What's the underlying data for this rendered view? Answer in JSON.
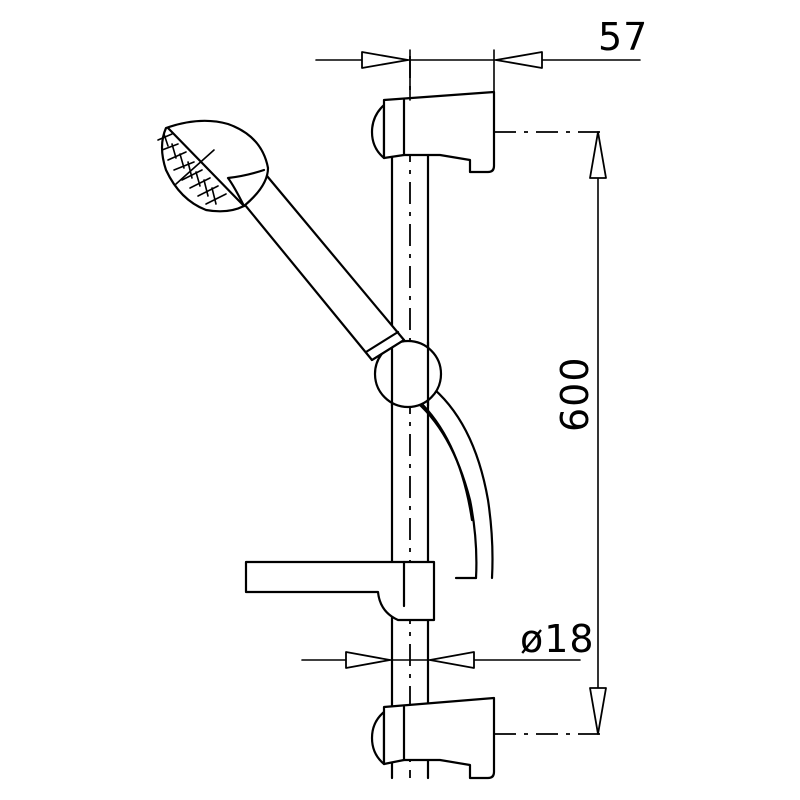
{
  "dimensions": {
    "width_label": "57",
    "height_label": "600",
    "diameter_label": "ø18"
  },
  "colors": {
    "line": "#000000",
    "background": "#ffffff"
  }
}
